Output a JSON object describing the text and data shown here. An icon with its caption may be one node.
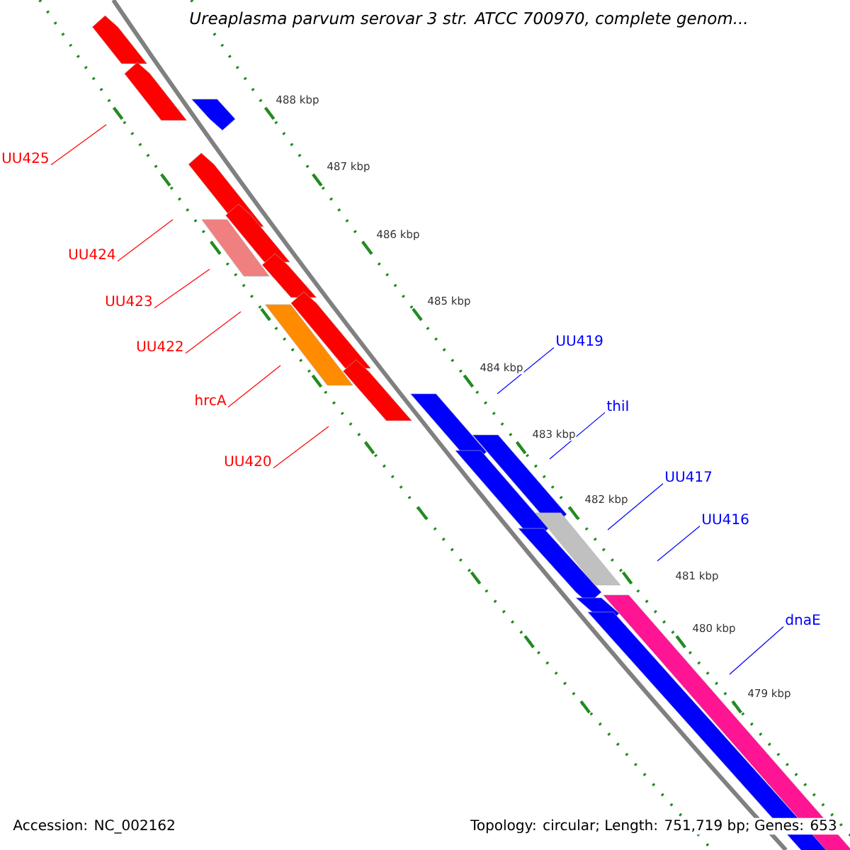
{
  "diagram": {
    "title": "Ureaplasma parvum serovar 3 str. ATCC 700970, complete genom...",
    "nodes": [
      {
        "text": [
          "UU425"
        ]
      },
      {
        "text": [
          "UU424"
        ]
      },
      {
        "text": [
          "UU423"
        ]
      },
      {
        "text": [
          "UU422"
        ]
      },
      {
        "text": [
          "hrcA"
        ]
      },
      {
        "text": [
          "UU420"
        ]
      },
      {
        "text": [
          "UU419"
        ]
      },
      {
        "text": [
          "thiI"
        ]
      },
      {
        "text": [
          "UU417"
        ]
      },
      {
        "text": [
          "UU416"
        ]
      },
      {
        "text": [
          "dnaE"
        ]
      }
    ],
    "edges": [
      {
        "from": 0,
        "to": null,
        "arrow": "none"
      },
      {
        "from": 1,
        "to": null,
        "arrow": "none"
      },
      {
        "from": 2,
        "to": null,
        "arrow": "none"
      },
      {
        "from": 3,
        "to": null,
        "arrow": "none"
      },
      {
        "from": 4,
        "to": null,
        "arrow": "none"
      },
      {
        "from": 5,
        "to": null,
        "arrow": "none"
      },
      {
        "from": 6,
        "to": null,
        "arrow": "none",
        "color": "#0000ff"
      },
      {
        "from": 7,
        "to": null,
        "arrow": "none",
        "color": "#0000ff"
      },
      {
        "from": 8,
        "to": null,
        "arrow": "none",
        "color": "#0000ff"
      },
      {
        "from": 9,
        "to": null,
        "arrow": "none",
        "color": "#0000ff"
      },
      {
        "from": 10,
        "to": null,
        "arrow": "none",
        "color": "#0000ff"
      }
    ],
    "labels": [
      "488 kbp",
      "487 kbp",
      "486 kbp",
      "485 kbp",
      "484 kbp",
      "483 kbp",
      "482 kbp",
      "481 kbp",
      "480 kbp",
      "479 kbp",
      "Accession: NC_002162",
      "Topology: circular; Length: 751,719 bp; Genes: 653"
    ]
  }
}
